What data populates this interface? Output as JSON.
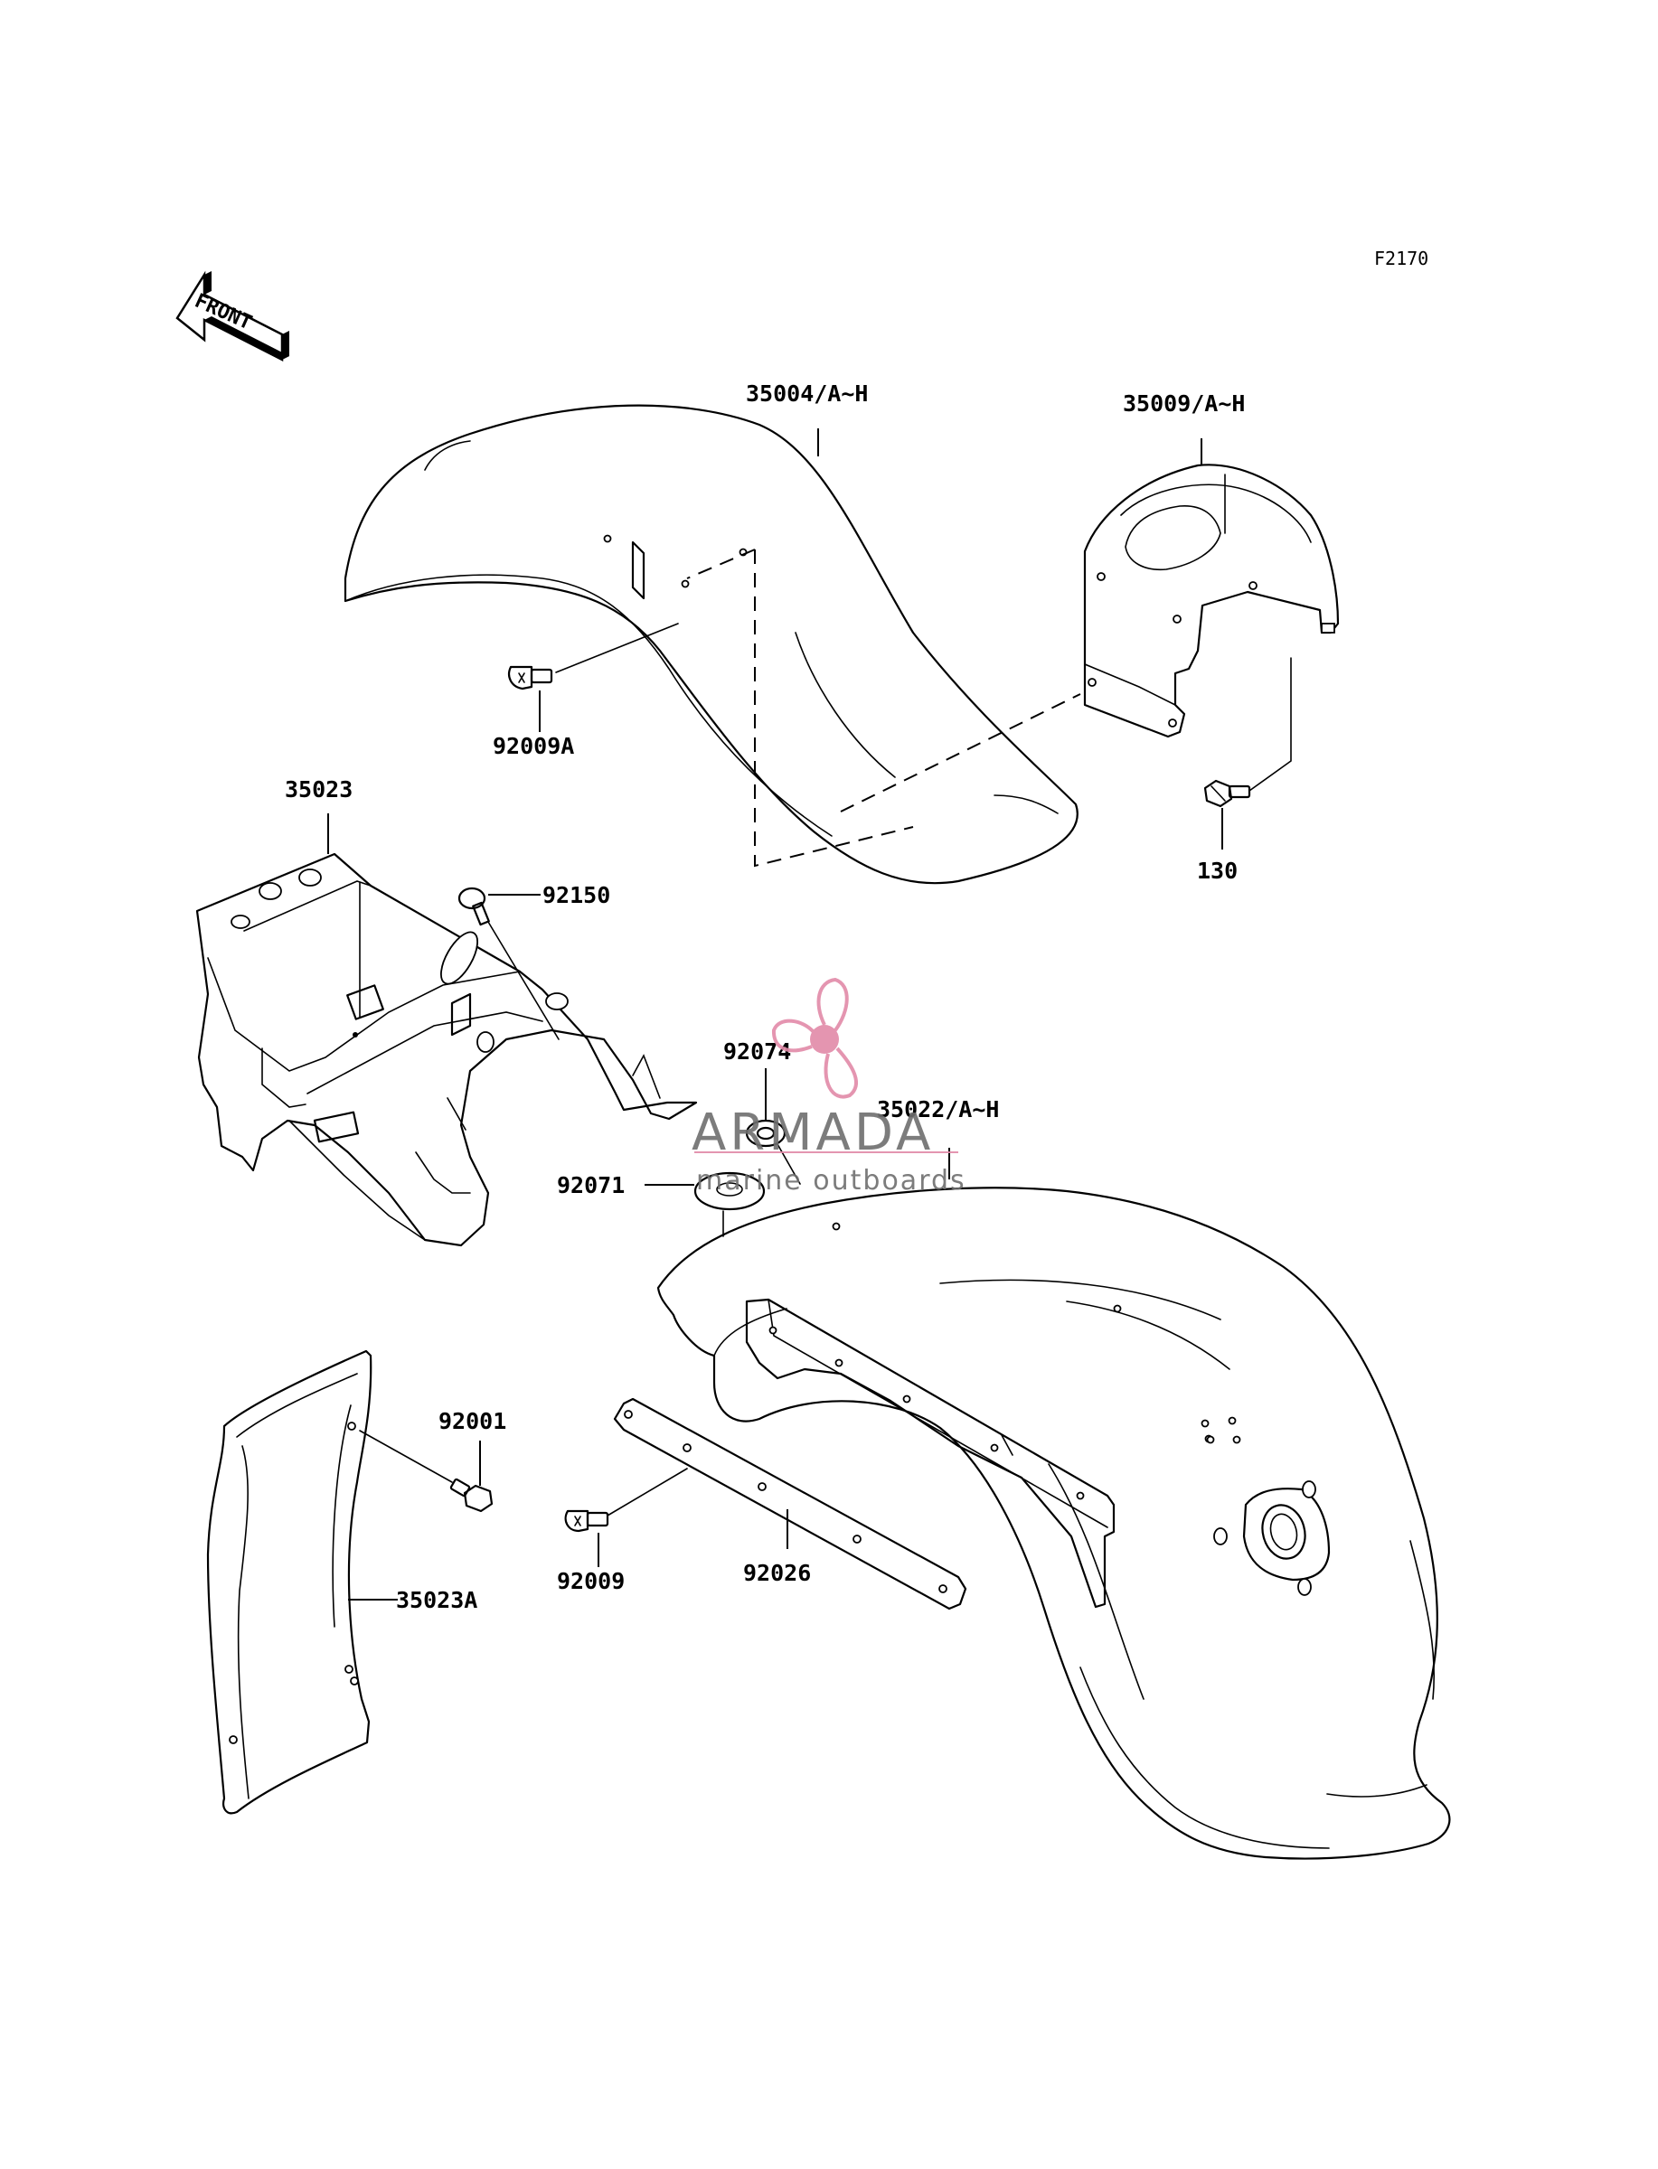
{
  "diagram_code": "F2170",
  "front_arrow": {
    "text": "FRONT",
    "icon": "front-arrow-icon"
  },
  "watermark": {
    "brand": "ARMADA",
    "tagline": "marine outboards",
    "icon": "propeller-icon",
    "color": "#e28aa8"
  },
  "parts": {
    "front_fender_main": "35004/A~H",
    "front_fender_rear": "35009/A~H",
    "front_fender_bolt": "92009A",
    "front_fender_rear_bolt": "130",
    "rear_fender_bracket": "35023",
    "bracket_bolt": "92150",
    "grommet": "92074",
    "damper": "92071",
    "rear_fender": "35022/A~H",
    "flap_bolt": "92001",
    "rear_flap": "35023A",
    "plate_bolt": "92009",
    "plate": "92026"
  }
}
